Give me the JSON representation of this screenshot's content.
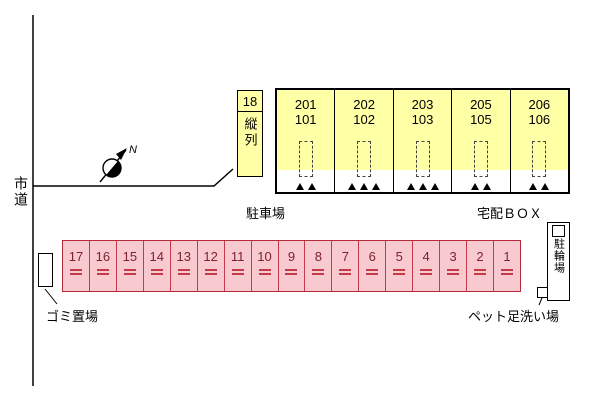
{
  "colors": {
    "unit_fill": "#ffffa6",
    "parking_fill": "#f9c9d0",
    "parking_border": "#c43a4b",
    "line": "#000000",
    "background": "#ffffff"
  },
  "icons": {
    "compass": "north-arrow",
    "wheel_stop": "double-bar",
    "entrance_marker": "triangle-up",
    "door": "dashed-rectangle"
  },
  "labels": {
    "road": "市道",
    "north": "N",
    "parking_lot": "駐車場",
    "delivery_box": "宅配ＢＯＸ",
    "bicycle_parking": "駐輪場",
    "garbage_area": "ゴミ置場",
    "pet_washing": "ペット足洗い場"
  },
  "tandem_space": {
    "number": "18",
    "label": "縦列"
  },
  "building": {
    "units": [
      {
        "upper": "201",
        "lower": "101"
      },
      {
        "upper": "202",
        "lower": "102"
      },
      {
        "upper": "203",
        "lower": "103"
      },
      {
        "upper": "205",
        "lower": "105"
      },
      {
        "upper": "206",
        "lower": "106"
      }
    ]
  },
  "parking": {
    "spaces": [
      "17",
      "16",
      "15",
      "14",
      "13",
      "12",
      "11",
      "10",
      "9",
      "8",
      "7",
      "6",
      "5",
      "4",
      "3",
      "2",
      "1"
    ]
  }
}
